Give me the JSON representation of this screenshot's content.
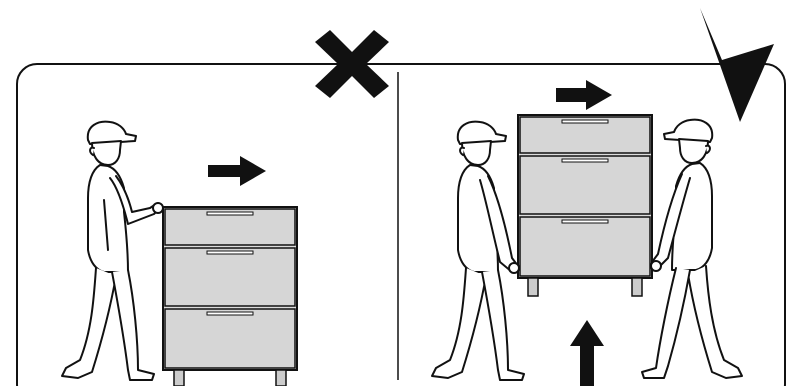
{
  "diagram": {
    "panels": [
      {
        "name": "wrong-method",
        "verdict": "incorrect",
        "description_visible": false
      },
      {
        "name": "correct-method",
        "verdict": "correct",
        "description_visible": false
      }
    ],
    "icons": {
      "wrong_mark": "x-mark-icon",
      "right_mark": "check-mark-icon",
      "push_direction": "arrow-right-icon",
      "lift_direction": "arrow-up-icon"
    },
    "colors": {
      "outline": "#111111",
      "cabinet_fill": "#d9d9d9",
      "skin_fill": "#ffffff",
      "mark": "#111111"
    }
  }
}
